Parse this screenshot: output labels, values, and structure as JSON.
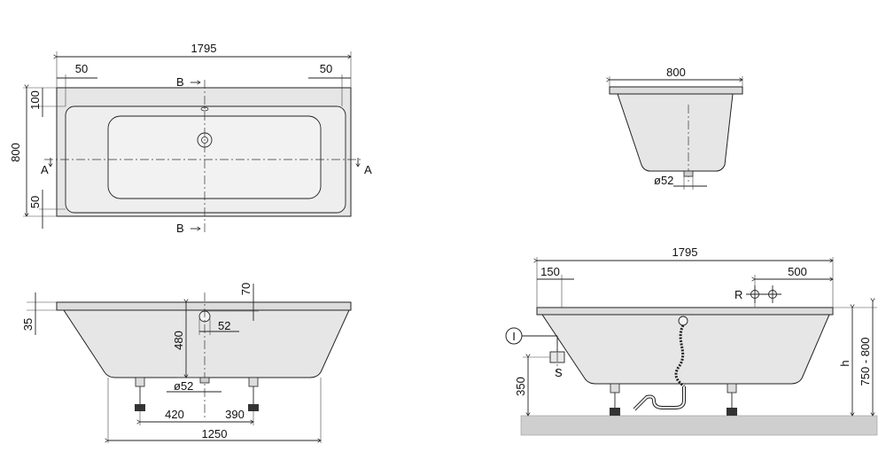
{
  "top_view": {
    "length": "1795",
    "margin_left": "50",
    "margin_right": "50",
    "margin_top": "100",
    "width": "800",
    "margin_bottom": "50",
    "section_a": "A",
    "section_b": "B"
  },
  "end_view": {
    "width": "800",
    "drain_diameter": "ø52"
  },
  "side_view": {
    "rim": "35",
    "overflow_offset": "70",
    "depth": "480",
    "overflow_dia": "52",
    "drain_diameter": "ø52",
    "foot_left": "420",
    "foot_right": "390",
    "foot_span": "1250"
  },
  "install_view": {
    "length": "1795",
    "offset_left": "150",
    "offset_right": "500",
    "label_r": "R",
    "label_i": "I",
    "label_s": "S",
    "height_s": "350",
    "label_h": "h",
    "height_range": "750 - 800"
  },
  "colors": {
    "tub_fill": "#e6e6e6",
    "floor_fill": "#cfcfcf",
    "line": "#222222"
  }
}
